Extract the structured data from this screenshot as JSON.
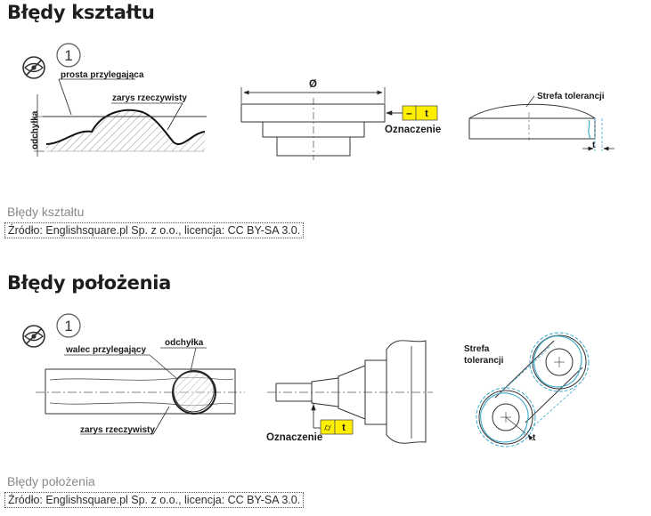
{
  "section1": {
    "title": "Błędy kształtu",
    "figure": {
      "badge_number": "1",
      "label_prosta": "prosta przylegająca",
      "label_zarys": "zarys rzeczywisty",
      "label_odchylka": "odchyłka",
      "label_diameter": "Ø",
      "symbol_flatness": "–",
      "label_t": "t",
      "label_oznaczenie": "Oznaczenie",
      "label_strefa": "Strefa tolerancji",
      "label_t_small": "t"
    },
    "caption": "Błędy kształtu",
    "source": "Źródło: Englishsquare.pl Sp. z o.o., licencja: CC BY-SA 3.0."
  },
  "section2": {
    "title": "Błędy położenia",
    "figure": {
      "badge_number": "1",
      "label_odchylka": "odchyłka",
      "label_walec": "walec przylegający",
      "label_zarys": "zarys rzeczywisty",
      "label_oznaczenie": "Oznaczenie",
      "symbol_cylindricity": "⌭",
      "label_t": "t",
      "label_strefa_line1": "Strefa",
      "label_strefa_line2": "tolerancji",
      "label_t_small": "t"
    },
    "caption": "Błędy położenia",
    "source": "Źródło: Englishsquare.pl Sp. z o.o., licencja: CC BY-SA 3.0."
  },
  "colors": {
    "highlight": "#ffee00",
    "tolerance_zone": "#3aa8c8",
    "line": "#2a2a2a"
  }
}
